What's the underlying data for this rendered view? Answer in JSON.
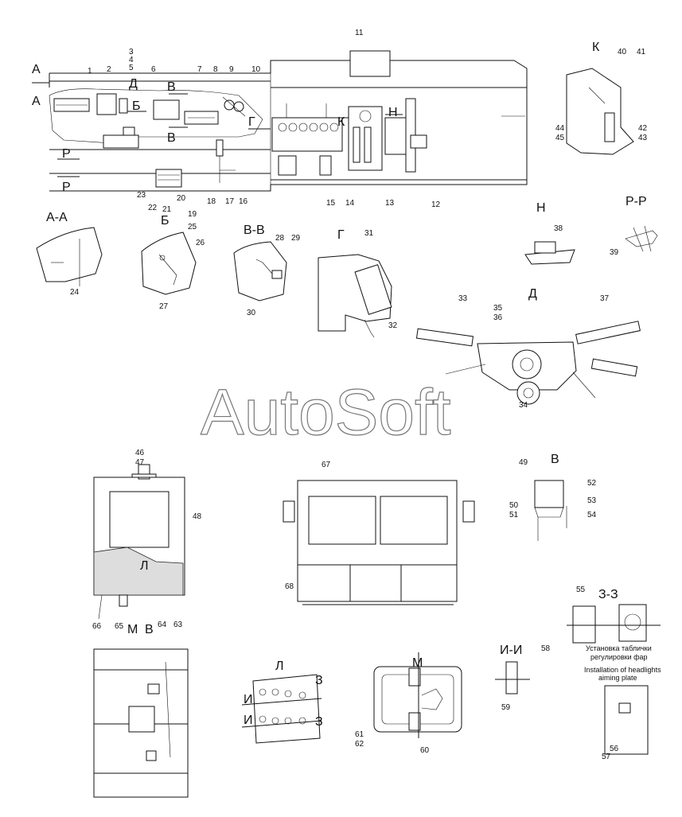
{
  "sections": {
    "A": "А",
    "B": "Б",
    "V": "В",
    "G": "Г",
    "D": "Д",
    "K": "К",
    "N": "Н",
    "R": "Р",
    "AA": "А-А",
    "VV": "В-В",
    "RR": "Р-Р",
    "L": "Л",
    "M": "М",
    "II": "И-И",
    "ZZ": "З-З",
    "Z": "З",
    "I": "И"
  },
  "callouts": [
    "1",
    "2",
    "3",
    "4",
    "5",
    "6",
    "7",
    "8",
    "9",
    "10",
    "11",
    "12",
    "13",
    "14",
    "15",
    "16",
    "17",
    "18",
    "19",
    "20",
    "21",
    "22",
    "23",
    "24",
    "25",
    "26",
    "27",
    "28",
    "29",
    "30",
    "31",
    "32",
    "33",
    "34",
    "35",
    "36",
    "37",
    "38",
    "39",
    "40",
    "41",
    "42",
    "43",
    "44",
    "45",
    "46",
    "47",
    "48",
    "49",
    "50",
    "51",
    "52",
    "53",
    "54",
    "55",
    "56",
    "57",
    "58",
    "59",
    "60",
    "61",
    "62",
    "63",
    "64",
    "65",
    "66",
    "67",
    "68"
  ],
  "caption": {
    "ru_line1": "Установка таблички",
    "ru_line2": "регулировки фар",
    "en_line1": "Installation of headlights",
    "en_line2": "aiming plate"
  },
  "watermark": "AutoSoft"
}
